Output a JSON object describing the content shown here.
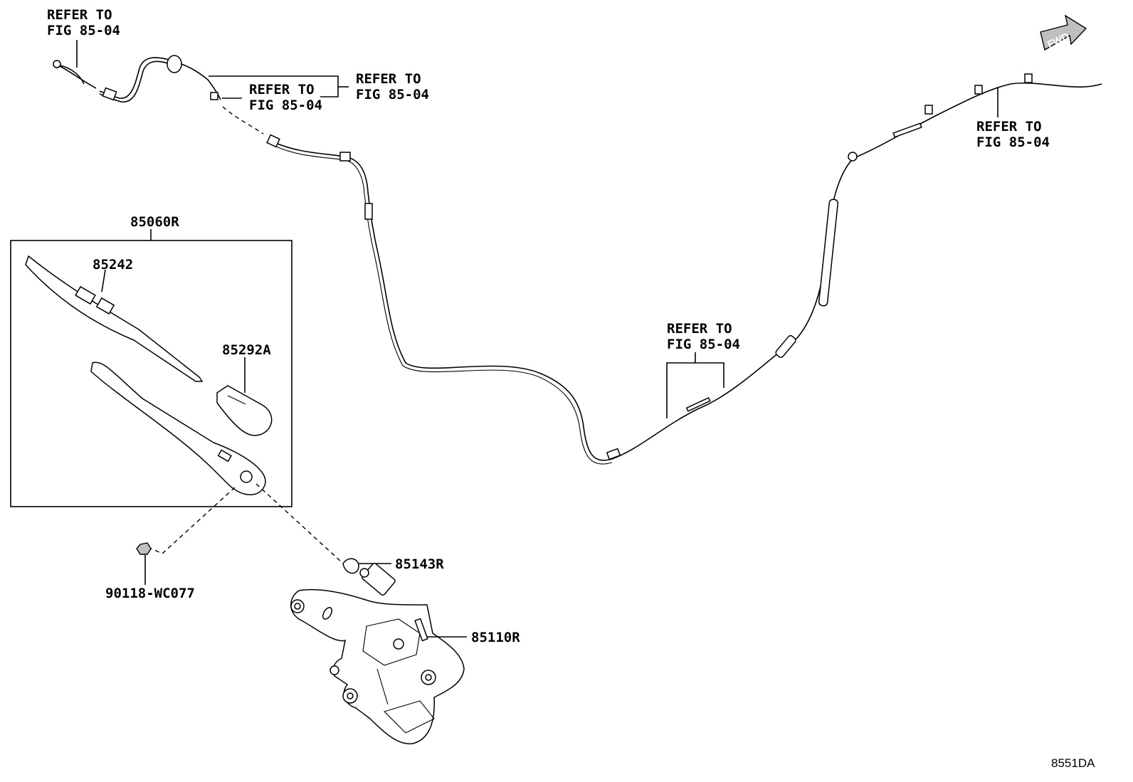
{
  "refs": {
    "r1": [
      "REFER TO",
      "FIG 85-04"
    ],
    "r2": [
      "REFER TO",
      "FIG 85-04"
    ],
    "r3": [
      "REFER TO",
      "FIG 85-04"
    ],
    "r4": [
      "REFER TO",
      "FIG 85-04"
    ],
    "r5": [
      "REFER TO",
      "FIG 85-04"
    ]
  },
  "parts": {
    "assembly": "85060R",
    "arm": "85242",
    "cap": "85292A",
    "nut": "90118-WC077",
    "seal": "85143R",
    "motor": "85110R"
  },
  "fwd_label": "FWD",
  "diagram_code": "8551DA"
}
